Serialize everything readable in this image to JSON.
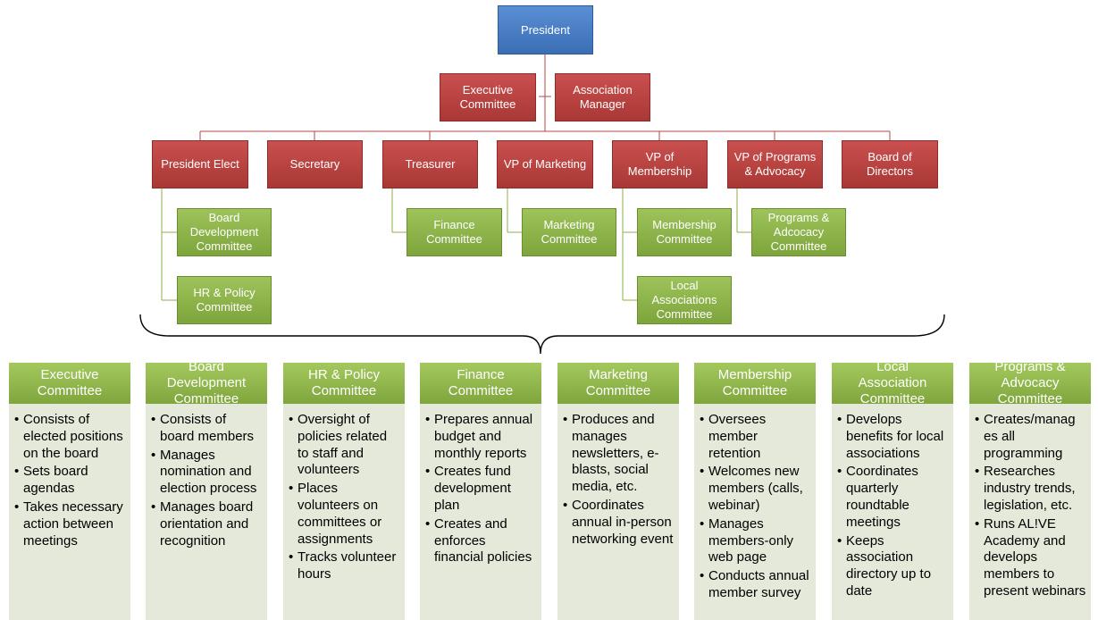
{
  "org_chart": {
    "president": "President",
    "executive_committee": "Executive\nCommittee",
    "association_manager": "Association\nManager",
    "officers": [
      "President Elect",
      "Secretary",
      "Treasurer",
      "VP of Marketing",
      "VP of\nMembership",
      "VP of Programs\n& Advocacy",
      "Board of\nDirectors"
    ],
    "committees": {
      "board_development": "Board\nDevelopment\nCommittee",
      "hr_policy": "HR & Policy\nCommittee",
      "finance": "Finance\nCommittee",
      "marketing": "Marketing\nCommittee",
      "membership": "Membership\nCommittee",
      "local_associations": "Local\nAssociations\nCommittee",
      "programs_advocacy": "Programs &\nAdcocacy\nCommittee"
    }
  },
  "details": [
    {
      "title": "Executive\nCommittee",
      "items": [
        "Consists of elected positions on the board",
        "Sets board agendas",
        "Takes necessary action between meetings"
      ]
    },
    {
      "title": "Board\nDevelopment\nCommittee",
      "items": [
        "Consists of board members",
        "Manages nomination and election process",
        "Manages board orientation and recognition"
      ]
    },
    {
      "title": "HR & Policy\nCommittee",
      "items": [
        "Oversight of policies related to staff and volunteers",
        "Places volunteers on committees or assignments",
        "Tracks volunteer hours"
      ]
    },
    {
      "title": "Finance\nCommittee",
      "items": [
        "Prepares annual budget and monthly reports",
        "Creates fund development plan",
        "Creates and enforces financial policies"
      ]
    },
    {
      "title": "Marketing\nCommittee",
      "items": [
        "Produces and manages newsletters, e-blasts, social media, etc.",
        "Coordinates annual in-person networking event"
      ]
    },
    {
      "title": "Membership\nCommittee",
      "items": [
        "Oversees member retention",
        "Welcomes new members (calls, webinar)",
        "Manages members-only web page",
        "Conducts annual member survey"
      ]
    },
    {
      "title": "Local\nAssociation\nCommittee",
      "items": [
        "Develops benefits for local associations",
        "Coordinates quarterly roundtable meetings",
        "Keeps association directory up to date"
      ]
    },
    {
      "title": "Programs &\nAdvocacy\nCommittee",
      "items": [
        "Creates/manag es all programming",
        "Researches industry trends, legislation, etc.",
        "Runs AL!VE Academy and develops members to present webinars"
      ]
    }
  ],
  "colors": {
    "president": "#3a6fb6",
    "officer": "#b13e3c",
    "committee": "#8bb14a",
    "panel_body": "#e4e9d9",
    "connector": "#b54a48"
  }
}
